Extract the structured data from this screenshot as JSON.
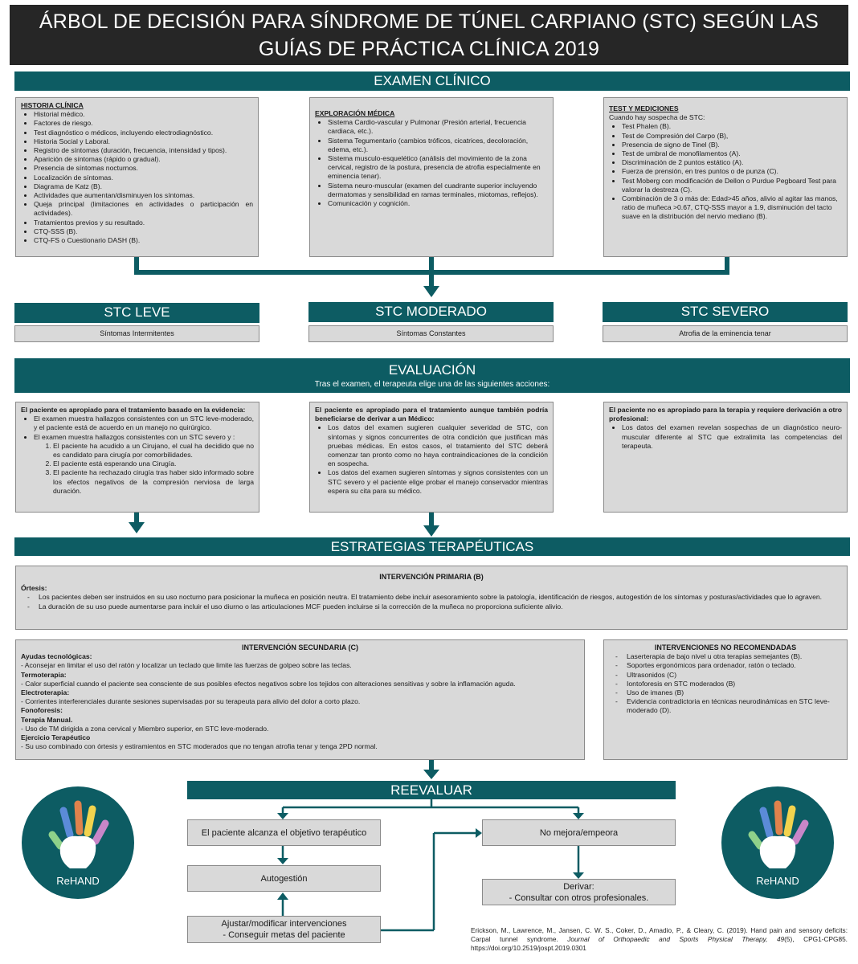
{
  "title": {
    "line1": "ÁRBOL DE DECISIÓN PARA SÍNDROME DE TÚNEL CARPIANO (STC) SEGÚN LAS",
    "line2": "GUÍAS DE PRÁCTICA CLÍNICA 2019"
  },
  "exam": {
    "header": "EXAMEN CLÍNICO",
    "history": {
      "title": "HISTORIA CLÍNICA",
      "items": [
        "Historial médico.",
        "Factores de riesgo.",
        "Test diagnóstico o médicos, incluyendo electrodiagnóstico.",
        "Historia Social y Laboral.",
        "Registro de síntomas (duración, frecuencia, intensidad y tipos).",
        "Aparición de síntomas (rápido o gradual).",
        "Presencia de síntomas nocturnos.",
        "Localización de síntomas.",
        "Diagrama de Katz (B).",
        "Actividades que aumentan/disminuyen los síntomas.",
        "Queja principal (limitaciones en actividades o participación en actividades).",
        "Tratamientos previos y su resultado.",
        "CTQ-SSS (B).",
        "CTQ-FS o Cuestionario DASH (B)."
      ]
    },
    "exploration": {
      "title": "EXPLORACIÓN MÉDICA",
      "items": [
        "Sistema Cardio-vascular y Pulmonar (Presión arterial, frecuencia cardiaca, etc.).",
        "Sistema Tegumentario (cambios tróficos, cicatrices, decoloración, edema, etc.).",
        "Sistema musculo-esquelético (análisis del movimiento de la zona cervical, registro de la postura, presencia de atrofia especialmente en eminencia tenar).",
        "Sistema neuro-muscular (examen del cuadrante superior incluyendo dermatomas y sensibilidad en ramas terminales, miotomas, reflejos).",
        "Comunicación y cognición."
      ]
    },
    "tests": {
      "title": "TEST Y MEDICIONES",
      "intro": "Cuando hay sospecha de STC:",
      "items": [
        "Test Phalen (B).",
        "Test de Compresión del Carpo (B),",
        "Presencia de signo de Tinel (B).",
        "Test de umbral de monofilamentos (A).",
        "Discriminación de 2 puntos estático (A).",
        "Fuerza de prensión, en tres puntos o de punza (C).",
        "Test Moberg con modificación de Dellon o Purdue Pegboard Test para valorar la destreza (C).",
        "Combinación de 3  o más de: Edad>45 años, alivio al agitar las manos, ratio de muñeca >0.67, CTQ-SSS mayor a 1.9, disminución del tacto suave en la distribución del nervio mediano (B)."
      ]
    }
  },
  "severity": [
    {
      "label": "STC LEVE",
      "desc": "Síntomas Intermitentes"
    },
    {
      "label": "STC MODERADO",
      "desc": "Síntomas Constantes"
    },
    {
      "label": "STC SEVERO",
      "desc": "Atrofia de la eminencia tenar"
    }
  ],
  "evaluation": {
    "header": "EVALUACIÓN",
    "subtitle": "Tras el examen, el terapeuta elige una de las siguientes  acciones:",
    "box1": {
      "title": "El paciente es apropiado para el tratamiento basado en la evidencia:",
      "item1": "El examen muestra hallazgos consistentes con un STC leve-moderado, y el paciente está de acuerdo en un manejo no quirúrgico.",
      "item2": "El examen muestra hallazgos consistentes con un STC severo y :",
      "sub": [
        "El paciente ha acudido a un Cirujano, el cual ha decidido que no es candidato para cirugía por comorbilidades.",
        "El paciente está esperando una Cirugía.",
        "El paciente ha rechazado cirugía tras haber sido informado sobre los efectos negativos de la compresión nerviosa de larga duración."
      ]
    },
    "box2": {
      "title": "El paciente es apropiado para el tratamiento aunque también podría beneficiarse de derivar a un Médico:",
      "item1": "Los datos del examen sugieren cualquier severidad de STC, con síntomas y signos concurrentes de otra condición que justifican más pruebas médicas. En estos  casos, el tratamiento del STC deberá comenzar tan pronto como no haya contraindicaciones de la condición en sospecha.",
      "item2": "Los datos del examen sugieren síntomas y signos consistentes con un STC severo y el paciente elige probar el manejo conservador mientras espera su cita para su médico."
    },
    "box3": {
      "title": "El paciente no es apropiado  para la terapia y requiere derivación  a otro profesional:",
      "item1": "Los datos del examen revelan sospechas de un diagnóstico neuro-muscular diferente al STC que extralimita las competencias del terapeuta."
    }
  },
  "strategies": {
    "header": "ESTRATEGIAS TERAPÉUTICAS",
    "primary": {
      "title": "INTERVENCIÓN PRIMARIA (B)",
      "subtitle": "Órtesis:",
      "items": [
        "Los pacientes deben ser instruidos en su uso nocturno para posicionar la muñeca en posición neutra. El tratamiento debe incluir asesoramiento sobre la patología, identificación de riesgos, autogestión de los síntomas y posturas/actividades que lo agraven.",
        "La duración de su uso puede aumentarse para incluir el uso diurno o las articulaciones MCF pueden incluirse si la corrección de la muñeca no proporciona suficiente alivio."
      ]
    },
    "secondary": {
      "title": "INTERVENCIÓN SECUNDARIA  (C)",
      "groups": [
        {
          "h": "Ayudas tecnológicas:",
          "t": "- Aconsejar en limitar el uso del ratón y localizar un teclado que limite las fuerzas de golpeo sobre las teclas."
        },
        {
          "h": "Termoterapia:",
          "t": "- Calor superficial cuando el paciente sea consciente de sus posibles efectos negativos sobre los tejidos con alteraciones sensitivas y sobre la inflamación aguda."
        },
        {
          "h": "Electroterapia:",
          "t": "- Corrientes interferenciales durante sesiones supervisadas por su terapeuta para alivio del dolor a corto plazo."
        },
        {
          "h": "Fonoforesis:",
          "t": ""
        },
        {
          "h": "Terapia Manual.",
          "t": "- Uso de TM dirigida a zona cervical y Miembro superior, en STC leve-moderado."
        },
        {
          "h": "Ejercicio Terapéutico",
          "t": "- Su uso combinado con órtesis y estiramientos en STC moderados que no tengan atrofia tenar y tenga 2PD normal."
        }
      ]
    },
    "not_recommended": {
      "title": "INTERVENCIONES NO RECOMENDADAS",
      "items": [
        "Laserterapia de bajo nivel u otra terapias semejantes (B).",
        " Soportes ergonómicos para ordenador, ratón o teclado.",
        "Ultrasonidos (C)",
        "Iontoforesis en STC moderados (B)",
        "Uso de imanes (B)",
        "Evidencia contradictoria en técnicas neurodinámicas en STC leve-moderado (D)."
      ]
    }
  },
  "reevaluate": {
    "header": "REEVALUAR",
    "goal": "El paciente alcanza el objetivo terapéutico",
    "self": "Autogestión",
    "adjust1": "Ajustar/modificar intervenciones",
    "adjust2": "- Conseguir metas del paciente",
    "worse": "No mejora/empeora",
    "refer1": "Derivar:",
    "refer2": "- Consultar con otros profesionales."
  },
  "logo": {
    "text": "ReHAND"
  },
  "reference": {
    "authors": "Erickson, M., Lawrence, M., Jansen, C. W. S., Coker, D., Amadio, P., & Cleary, C. (2019). Hand pain and sensory deficits: Carpal tunnel syndrome. ",
    "journal": "Journal of Orthopaedic and Sports Physical Therapy, 49",
    "issue": "(5), CPG1-CPG85.",
    "doi": "https://doi.org/10.2519/jospt.2019.0301"
  },
  "colors": {
    "teal": "#0d5c63",
    "title_bg": "#262626",
    "box_bg": "#d9d9d9"
  }
}
